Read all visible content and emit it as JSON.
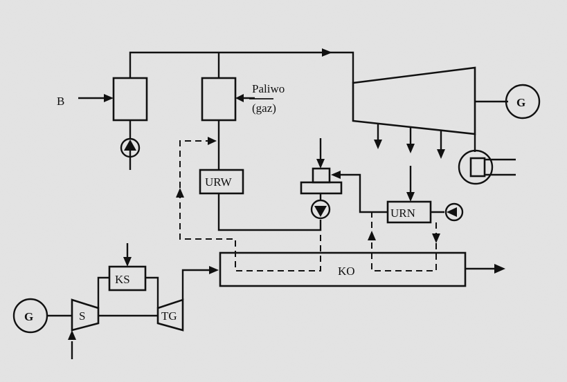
{
  "labels": {
    "air_input": "B",
    "fuel_line1": "Paliwo",
    "fuel_line2": "(gaz)",
    "generator_main": "G",
    "generator_gas": "G",
    "urw": "URW",
    "urn": "URN",
    "ko": "KO",
    "ks": "KS",
    "compressor": "S",
    "gas_turbine": "TG"
  },
  "colors": {
    "background": "#e4e4e4",
    "line": "#111111"
  }
}
